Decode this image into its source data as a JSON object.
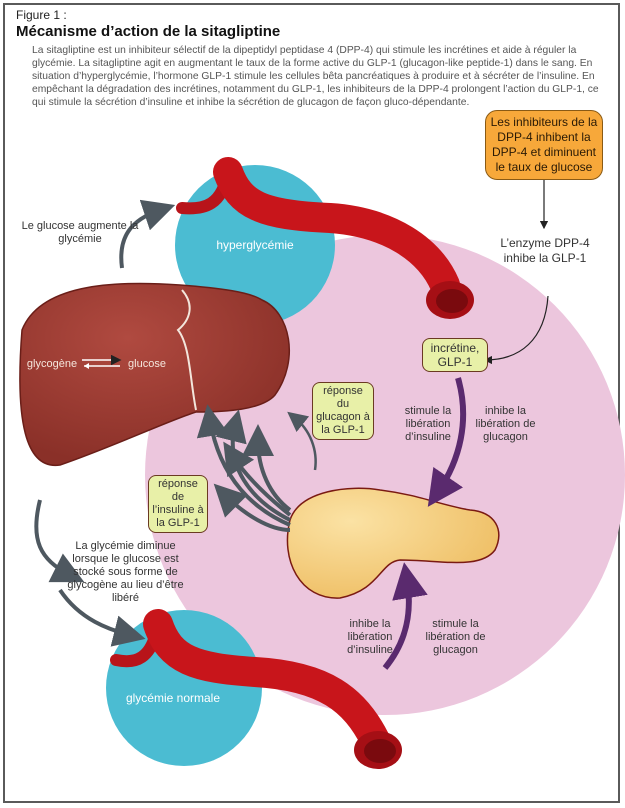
{
  "figure": {
    "label": "Figure 1 :",
    "title": "Mécanisme d’action de la sitagliptine",
    "intro": "La sitagliptine est un inhibiteur sélectif de la dipeptidyl peptidase 4 (DPP-4) qui stimule les incrétines et aide à réguler la glycémie. La sitagliptine agit en augmentant le taux de la forme active du GLP-1 (glucagon-like peptide-1) dans le sang. En situation d’hyperglycémie, l’hormone GLP-1 stimule les cellules bêta pancréatiques à produire et à sécréter de l’insuline. En empêchant la dégradation des incrétines, notamment du GLP-1, les inhibiteurs de la DPP-4 prolongent l’action du GLP-1, ce qui stimule la sécrétion d’insuline et inhibe la sécrétion de glucagon de façon gluco-dépendante."
  },
  "labels": {
    "dpp4_inhibitors": "Les inhibiteurs de la DPP-4 inhibent la DPP-4 et diminuent le taux de glucose",
    "enzyme_dpp4": "L’enzyme DPP-4 inhibe la GLP-1",
    "incretin": "incrétine, GLP-1",
    "glucose_raises": "Le glucose augmente la glycémie",
    "hyperglycemia": "hyperglycémie",
    "glycogen": "glycogène",
    "glucose": "glucose",
    "glucagon_response": "réponse du glucagon à la GLP-1",
    "insulin_response": "réponse de l’insuline à la GLP-1",
    "stim_insulin_top": "stimule la libération d’insuline",
    "inhib_glucagon_top": "inhibe la libération de glucagon",
    "glycemia_decreases": "La glycémie diminue lorsque le glucose est stocké sous forme de glycogène au lieu d’être libéré",
    "inhib_insulin_bottom": "inhibe la libération d’insuline",
    "stim_glucagon_bottom": "stimule la libération de glucagon",
    "normal_glycemia": "glycémie normale"
  },
  "colors": {
    "blue_circle": "#4bbcd2",
    "pink_area": "#ecc6dd",
    "vessel_red": "#c8151b",
    "liver": "#9a3a32",
    "pancreas": "#f3cf7e",
    "orange_box": "#f7a83a",
    "green_box": "#e8f0a8",
    "purple_arrow": "#5a2a6e",
    "gray_arrow": "#4e5860"
  }
}
